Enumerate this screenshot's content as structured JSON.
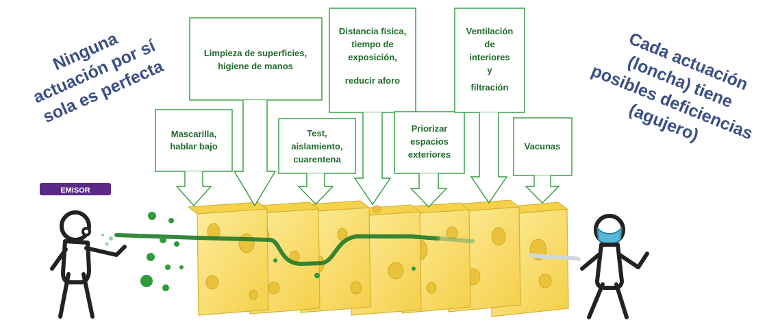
{
  "left_statement": [
    "Ninguna",
    "actuación por sí",
    "sola es perfecta"
  ],
  "right_statement": [
    "Cada actuación",
    "(loncha) tiene",
    "posibles deficiencias",
    "(agujero)"
  ],
  "emitter_label": "EMISOR",
  "callouts": [
    {
      "id": "mascarilla",
      "lines": [
        "Mascarilla,",
        "hablar bajo"
      ]
    },
    {
      "id": "limpieza",
      "lines": [
        "Limpieza de superficies,",
        "higiene de manos"
      ]
    },
    {
      "id": "test",
      "lines": [
        "Test,",
        "aislamiento,",
        "cuarentena"
      ]
    },
    {
      "id": "distancia",
      "lines": [
        "Distancia física,",
        "tiempo de",
        "exposición,",
        "reducir aforo"
      ]
    },
    {
      "id": "priorizar",
      "lines": [
        "Priorizar",
        "espacios",
        "exteriores"
      ]
    },
    {
      "id": "ventilacion",
      "lines": [
        "Ventilación",
        "de",
        "interiores",
        "y",
        "filtración"
      ]
    },
    {
      "id": "vacunas",
      "lines": [
        "Vacunas"
      ]
    }
  ],
  "colors": {
    "callout_border": "#2e9a3a",
    "callout_text": "#1f6b2a",
    "statement_text": "#3b4f86",
    "emitter_badge": "#5b2a86",
    "cheese": "#fbe27a",
    "virus": "#2e9a3a"
  }
}
